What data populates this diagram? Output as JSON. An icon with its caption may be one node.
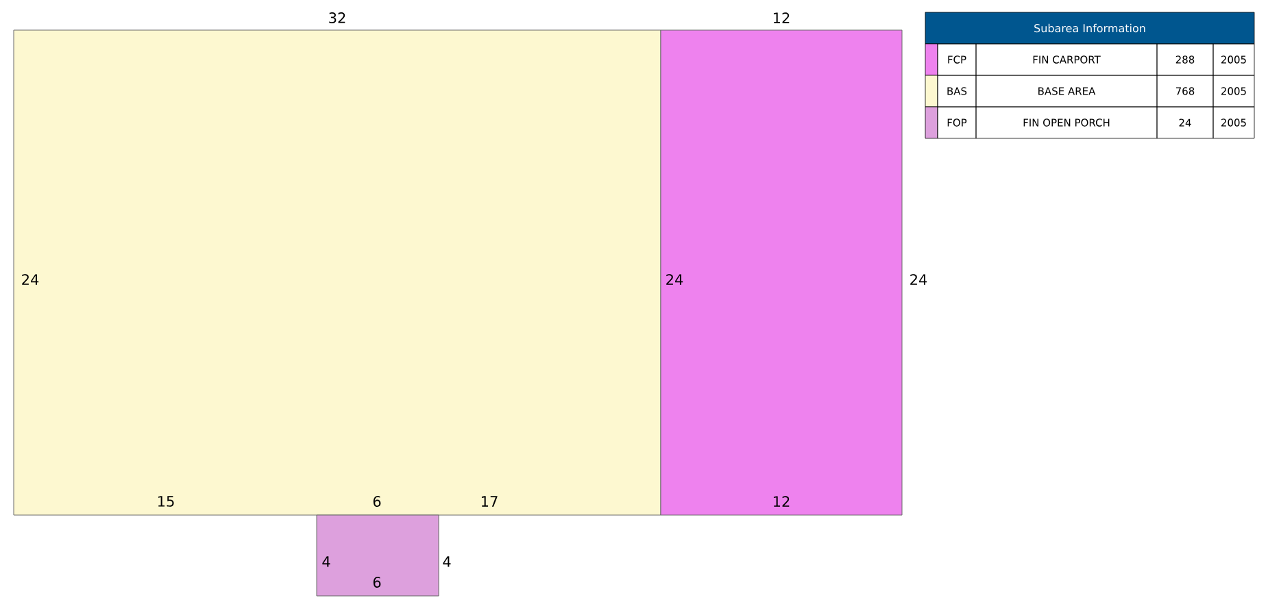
{
  "diagram": {
    "nodes": [
      {
        "text": [],
        "shape": "box"
      },
      {
        "text": [],
        "shape": "box"
      },
      {
        "text": [],
        "shape": "box"
      }
    ],
    "labels": [
      "32",
      "12",
      "Subarea Information",
      "FIN CARPORT",
      "288",
      "2005",
      "BASE AREA",
      "768",
      "2005",
      "FIN OPEN PORCH",
      "24",
      "2005",
      "24",
      "24",
      "24",
      "15",
      "6",
      "17",
      "12",
      "4",
      "4",
      "6"
    ],
    "legend": [
      {
        "text": "FCP",
        "color": "#ee82ee"
      },
      {
        "text": "BAS",
        "color": "#fdf8d0"
      },
      {
        "text": "FOP",
        "color": "#dda0dd"
      }
    ]
  }
}
